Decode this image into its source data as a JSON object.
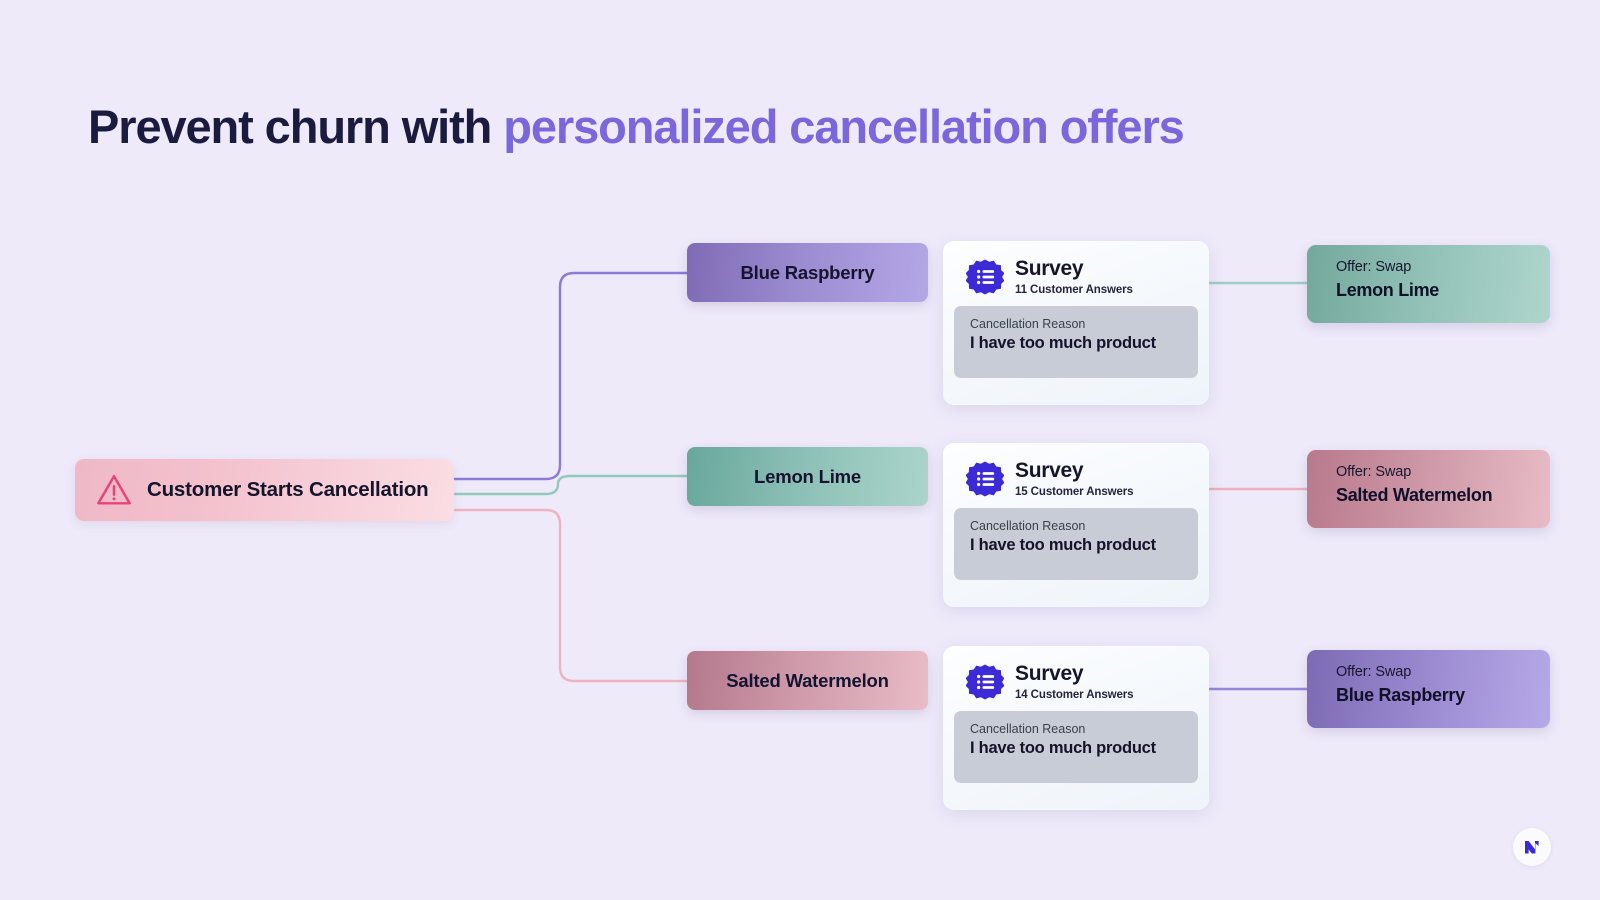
{
  "theme": {
    "background": "#eeeafa",
    "title_dark": "#1b1b40",
    "title_accent": "#7a67dc",
    "connector_purple": "#8b7ad6",
    "connector_teal": "#93c9bd",
    "connector_pink": "#eeb3bf",
    "survey_badge_color": "#3b2ad6",
    "warning_color": "#e8447a"
  },
  "header": {
    "title_part_1": "Prevent churn with ",
    "title_part_2": "personalized cancellation offers"
  },
  "flow": {
    "trigger": {
      "label": "Customer Starts Cancellation",
      "icon": "warning-triangle-icon"
    },
    "branches": [
      {
        "flavor": "Blue Raspberry",
        "connector_color": "#8b7ad6",
        "survey": {
          "icon": "survey-badge-icon",
          "title": "Survey",
          "answers": "11 Customer Answers",
          "reason_label": "Cancellation Reason",
          "reason_value": "I have too much product"
        },
        "offer": {
          "kicker": "Offer: Swap",
          "value": "Lemon Lime"
        }
      },
      {
        "flavor": "Lemon Lime",
        "connector_color": "#93c9bd",
        "survey": {
          "icon": "survey-badge-icon",
          "title": "Survey",
          "answers": "15 Customer Answers",
          "reason_label": "Cancellation Reason",
          "reason_value": "I have too much product"
        },
        "offer": {
          "kicker": "Offer: Swap",
          "value": "Salted Watermelon"
        }
      },
      {
        "flavor": "Salted Watermelon",
        "connector_color": "#eeb3bf",
        "survey": {
          "icon": "survey-badge-icon",
          "title": "Survey",
          "answers": "14 Customer Answers",
          "reason_label": "Cancellation Reason",
          "reason_value": "I have too much product"
        },
        "offer": {
          "kicker": "Offer: Swap",
          "value": "Blue Raspberry"
        }
      }
    ]
  },
  "brand": {
    "mark": "brand-logo-icon"
  }
}
